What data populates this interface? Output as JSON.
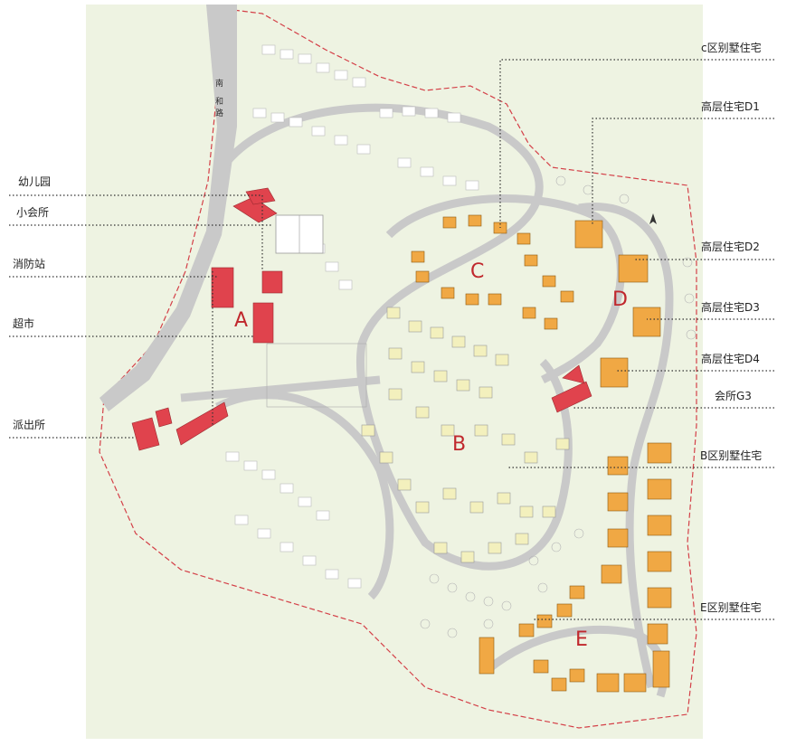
{
  "road_name": "南和路",
  "zones": [
    "A",
    "B",
    "C",
    "D",
    "E"
  ],
  "left_labels": [
    "幼儿园",
    "小会所",
    "消防站",
    "超市",
    "派出所"
  ],
  "right_labels": [
    "c区别墅住宅",
    "高层住宅D1",
    "高层住宅D2",
    "高层住宅D3",
    "高层住宅D4",
    "会所G3",
    "B区别墅住宅",
    "E区别墅住宅"
  ],
  "colors": {
    "land": "#eef3e2",
    "road": "#c9c9c9",
    "public_building": "#e0434d",
    "villa_yellow": "#f3f0bd",
    "highrise_orange": "#f0a844",
    "boundary": "#d44048",
    "zone_letter": "#c0282d"
  }
}
